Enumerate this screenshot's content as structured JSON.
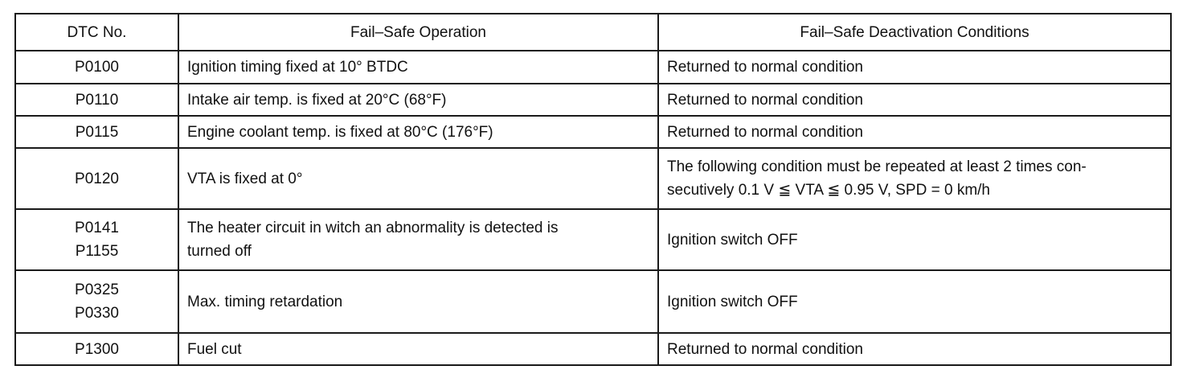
{
  "table": {
    "headers": {
      "dtc": "DTC No.",
      "operation": "Fail–Safe Operation",
      "deactivation": "Fail–Safe Deactivation Conditions"
    },
    "rows": [
      {
        "dtc": [
          "P0100"
        ],
        "operation": [
          "Ignition timing fixed at 10° BTDC"
        ],
        "deactivation": [
          "Returned to normal condition"
        ]
      },
      {
        "dtc": [
          "P0110"
        ],
        "operation": [
          "Intake air temp. is fixed at 20°C (68°F)"
        ],
        "deactivation": [
          "Returned to normal condition"
        ]
      },
      {
        "dtc": [
          "P0115"
        ],
        "operation": [
          "Engine coolant temp. is fixed at 80°C (176°F)"
        ],
        "deactivation": [
          "Returned to normal condition"
        ]
      },
      {
        "dtc": [
          "P0120"
        ],
        "operation": [
          "VTA is fixed at 0°"
        ],
        "deactivation": [
          "The following condition must be repeated at least 2 times con-",
          "secutively 0.1 V ≦ VTA ≦ 0.95 V, SPD = 0 km/h"
        ]
      },
      {
        "dtc": [
          "P0141",
          "P1155"
        ],
        "operation": [
          "The heater circuit in witch an abnormality is detected is",
          "turned off"
        ],
        "deactivation": [
          "Ignition switch OFF"
        ]
      },
      {
        "dtc": [
          "P0325",
          "P0330"
        ],
        "operation": [
          "Max. timing retardation"
        ],
        "deactivation": [
          "Ignition switch OFF"
        ]
      },
      {
        "dtc": [
          "P1300"
        ],
        "operation": [
          "Fuel cut"
        ],
        "deactivation": [
          "Returned to normal condition"
        ]
      }
    ]
  }
}
